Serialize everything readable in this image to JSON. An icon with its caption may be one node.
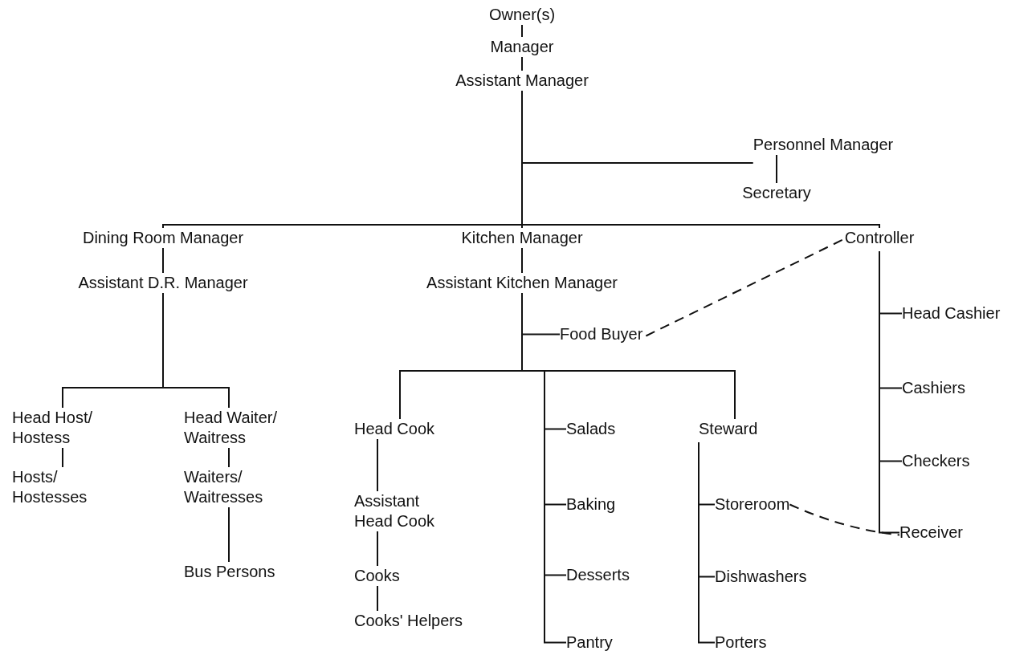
{
  "diagram": {
    "nodes": [
      {
        "text": [
          "Owner(s)"
        ]
      },
      {
        "text": [
          "Manager"
        ]
      },
      {
        "text": [
          "Assistant Manager"
        ]
      },
      {
        "text": [
          "Personnel Manager"
        ]
      },
      {
        "text": [
          "Secretary"
        ]
      },
      {
        "text": [
          "Dining Room Manager"
        ]
      },
      {
        "text": [
          "Kitchen Manager"
        ]
      },
      {
        "text": [
          "Controller"
        ]
      },
      {
        "text": [
          "Assistant D.R. Manager"
        ]
      },
      {
        "text": [
          "Assistant Kitchen Manager"
        ]
      },
      {
        "text": [
          "Food Buyer"
        ]
      },
      {
        "text": [
          "Head Cashier"
        ]
      },
      {
        "text": [
          "Head Host/ Hostess"
        ]
      },
      {
        "text": [
          "Head Waiter/ Waitress"
        ]
      },
      {
        "text": [
          "Head Cook"
        ]
      },
      {
        "text": [
          "Salads"
        ]
      },
      {
        "text": [
          "Steward"
        ]
      },
      {
        "text": [
          "Cashiers"
        ]
      },
      {
        "text": [
          "Checkers"
        ]
      },
      {
        "text": [
          "Hosts/ Hostesses"
        ]
      },
      {
        "text": [
          "Waiters/ Waitresses"
        ]
      },
      {
        "text": [
          "Assistant Head Cook"
        ]
      },
      {
        "text": [
          "Baking"
        ]
      },
      {
        "text": [
          "Storeroom"
        ]
      },
      {
        "text": [
          "Receiver"
        ]
      },
      {
        "text": [
          "Bus Persons"
        ]
      },
      {
        "text": [
          "Cooks"
        ]
      },
      {
        "text": [
          "Desserts"
        ]
      },
      {
        "text": [
          "Dishwashers"
        ]
      },
      {
        "text": [
          "Cooks' Helpers"
        ]
      },
      {
        "text": [
          "Pantry"
        ]
      },
      {
        "text": [
          "Porters"
        ]
      }
    ],
    "edges": [
      {
        "from": 0,
        "to": 1,
        "arrow": "none"
      },
      {
        "from": 1,
        "to": 2,
        "arrow": "none"
      },
      {
        "from": 2,
        "to": 3,
        "arrow": "none"
      },
      {
        "from": 3,
        "to": 4,
        "arrow": "none"
      },
      {
        "from": 2,
        "to": 5,
        "arrow": "none"
      },
      {
        "from": 2,
        "to": 6,
        "arrow": "none"
      },
      {
        "from": 2,
        "to": 7,
        "arrow": "none"
      },
      {
        "from": 5,
        "to": 8,
        "arrow": "none"
      },
      {
        "from": 6,
        "to": 9,
        "arrow": "none"
      },
      {
        "from": 9,
        "to": 10,
        "arrow": "none"
      },
      {
        "from": 10,
        "to": 7,
        "arrow": "none",
        "style": "dashed"
      },
      {
        "from": 7,
        "to": 11,
        "arrow": "none"
      },
      {
        "from": 7,
        "to": 17,
        "arrow": "none"
      },
      {
        "from": 7,
        "to": 18,
        "arrow": "none"
      },
      {
        "from": 7,
        "to": 24,
        "arrow": "none"
      },
      {
        "from": 8,
        "to": 12,
        "arrow": "none"
      },
      {
        "from": 8,
        "to": 13,
        "arrow": "none"
      },
      {
        "from": 12,
        "to": 19,
        "arrow": "none"
      },
      {
        "from": 13,
        "to": 20,
        "arrow": "none"
      },
      {
        "from": 20,
        "to": 25,
        "arrow": "none"
      },
      {
        "from": 9,
        "to": 14,
        "arrow": "none"
      },
      {
        "from": 9,
        "to": 15,
        "arrow": "none"
      },
      {
        "from": 9,
        "to": 22,
        "arrow": "none"
      },
      {
        "from": 9,
        "to": 27,
        "arrow": "none"
      },
      {
        "from": 9,
        "to": 30,
        "arrow": "none"
      },
      {
        "from": 9,
        "to": 16,
        "arrow": "none"
      },
      {
        "from": 14,
        "to": 21,
        "arrow": "none"
      },
      {
        "from": 21,
        "to": 26,
        "arrow": "none"
      },
      {
        "from": 26,
        "to": 29,
        "arrow": "none"
      },
      {
        "from": 16,
        "to": 23,
        "arrow": "none"
      },
      {
        "from": 16,
        "to": 28,
        "arrow": "none"
      },
      {
        "from": 16,
        "to": 31,
        "arrow": "none"
      },
      {
        "from": 23,
        "to": 24,
        "arrow": "none",
        "style": "dashed"
      }
    ]
  }
}
